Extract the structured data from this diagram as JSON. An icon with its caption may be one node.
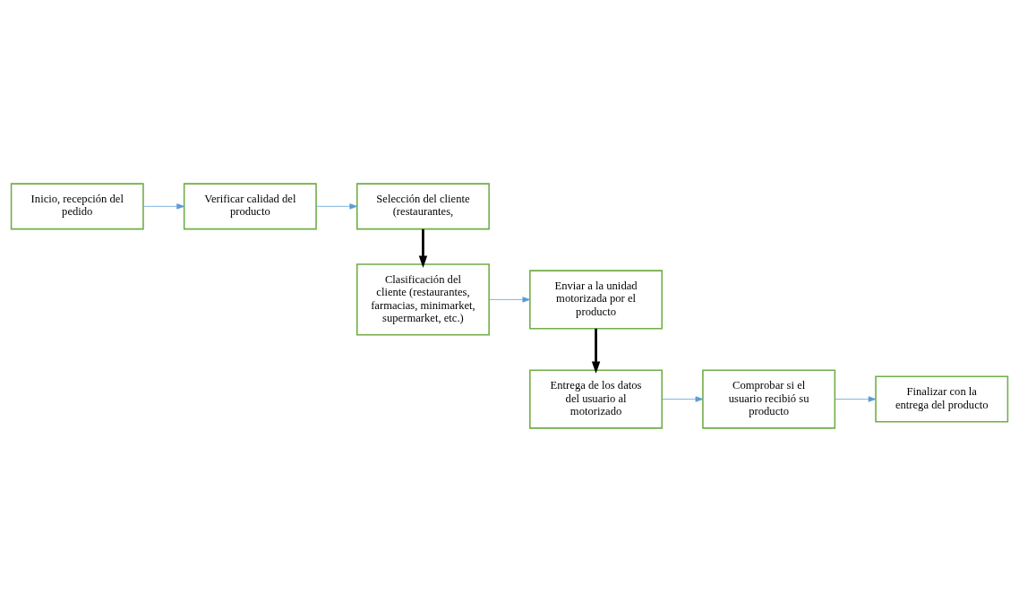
{
  "diagram": {
    "nodes": [
      {
        "text": [
          "Inicio, recepción del pedido"
        ]
      },
      {
        "text": [
          "Verificar calidad del producto"
        ]
      },
      {
        "text": [
          "Selección del cliente (restaurantes,"
        ]
      },
      {
        "text": [
          "Clasificación del cliente (restaurantes, farmacias, minimarket, supermarket, etc.)"
        ]
      },
      {
        "text": [
          "Enviar a la unidad motorizada por el producto"
        ]
      },
      {
        "text": [
          "Entrega de los datos del usuario al motorizado"
        ]
      },
      {
        "text": [
          "Comprobar si el usuario recibió su producto"
        ]
      },
      {
        "text": [
          "Finalizar con la entrega del producto"
        ]
      }
    ],
    "edges": [
      {
        "from": 0,
        "to": 1,
        "arrow": "to"
      },
      {
        "from": 1,
        "to": 2,
        "arrow": "to"
      },
      {
        "from": 2,
        "to": 3,
        "arrow": "to",
        "style": "thick",
        "color": "#000000"
      },
      {
        "from": 3,
        "to": 4,
        "arrow": "to"
      },
      {
        "from": 4,
        "to": 5,
        "arrow": "to",
        "style": "thick",
        "color": "#000000"
      },
      {
        "from": 5,
        "to": 6,
        "arrow": "to"
      },
      {
        "from": 6,
        "to": 7,
        "arrow": "to"
      }
    ]
  }
}
